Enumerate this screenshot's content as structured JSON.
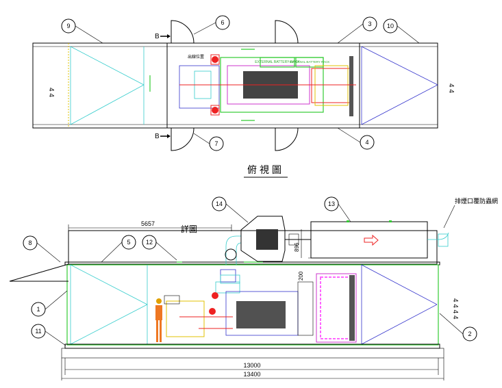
{
  "top_view": {
    "title": "俯視圖",
    "section_marker": "B",
    "exit_label": "出線位置",
    "panel_label_1": "EXTERNAL BATTERY RACK",
    "panel_label_2": "EXTERNAL BATTERY RACK",
    "callouts": [
      "9",
      "6",
      "3",
      "10",
      "7",
      "4"
    ]
  },
  "side_view": {
    "detail_label": "詳圖",
    "exhaust_label": "排煙口覆防蟲網",
    "dim_5657": "5657",
    "dim_896": "896",
    "dim_200": "200",
    "dim_13000": "13000",
    "dim_13400": "13400",
    "callouts": [
      "14",
      "13",
      "8",
      "5",
      "12",
      "1",
      "11",
      "2"
    ]
  },
  "colors": {
    "cyan": "#33cccc",
    "blue": "#3333cc",
    "green": "#33cc33",
    "magenta": "#cc33cc",
    "red": "#ee2222",
    "yellow": "#e0c000"
  }
}
